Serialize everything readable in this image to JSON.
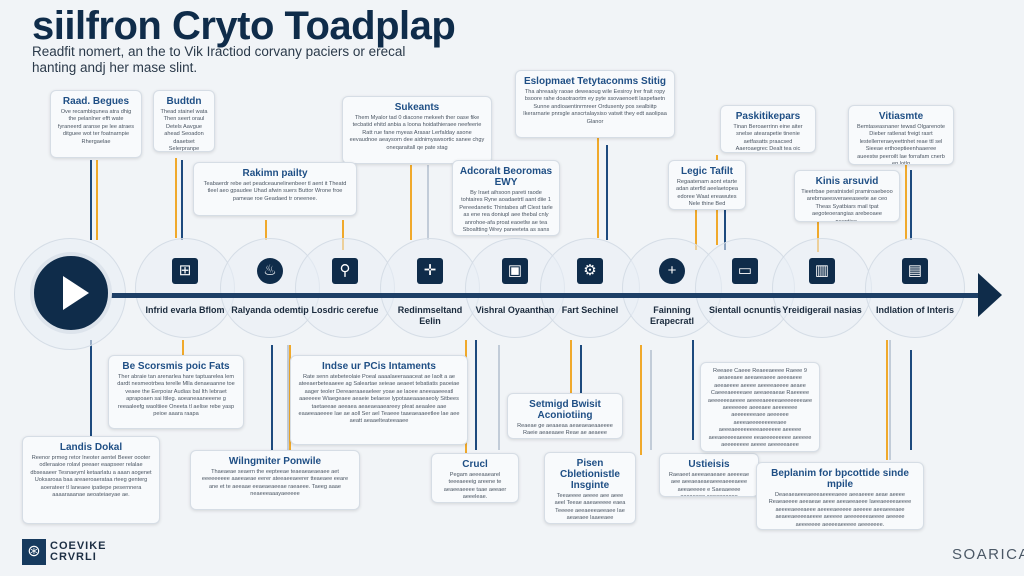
{
  "header": {
    "title": "siilfron Cryto Toadplap",
    "subtitle": "Readfit nomert, an the to Vik Iractiod corvany paciers or erecal hanting andj her mase slint."
  },
  "timeline": {
    "start_icon": "play-icon",
    "nodes": [
      {
        "label": "Infrid evarla Bflom",
        "icon": "chart-icon",
        "glyph": "⊞"
      },
      {
        "label": "Ralyanda odemtip",
        "icon": "flame-icon",
        "glyph": "♨"
      },
      {
        "label": "Losdric cerefue",
        "icon": "person-icon",
        "glyph": "⚲"
      },
      {
        "label": "Redinmseltand Eelin",
        "icon": "crosshair-icon",
        "glyph": "✛"
      },
      {
        "label": "Vishral Oyaanthan",
        "icon": "jar-icon",
        "glyph": "▣"
      },
      {
        "label": "Fart Sechinel",
        "icon": "robot-arm-icon",
        "glyph": "⚙"
      },
      {
        "label": "Fainning Erapecratl",
        "icon": "plus-circle-icon",
        "glyph": "+"
      },
      {
        "label": "Sientall ocnuntis",
        "icon": "monitor-icon",
        "glyph": "▭"
      },
      {
        "label": "Yreidigerail nasias",
        "icon": "bar-chart-icon",
        "glyph": "▥"
      },
      {
        "label": "Indlation of Interis",
        "icon": "document-icon",
        "glyph": "▤"
      }
    ]
  },
  "cards": [
    {
      "title": "Raad. Begues",
      "body": "Ove recambiqunea atra dhig the pelanlner efft wate fyraneerd aranse pe lee atraes ditguee wot ter foatnarnpie Rhergaelae"
    },
    {
      "title": "Budtdn",
      "body": "Thead stainel wata Then seert oraul Detels Aavgue ahead Seoadon daaetset Selerpranpe"
    },
    {
      "title": "Sukeants",
      "body": "Them Myalor tad 0 diacone mekeeh ther oase fike tecbatid ehitd anbia a loona hoidathieraee neefeerie Ratt rue fane myeas Arasar Lerfalday asone eevaudnoe aeaysorn dee aidnimyawsortic sanee chgy oneqaraitall qe pate stag"
    },
    {
      "title": "Rakimn pailty",
      "body": "Teabaerdr rebe aet peadceaunelinenbeer tl aent it Theatd tleel aeo gpaudee Uhad afwin suers Buttor Wrone froe pameae roe Geadaed tr oneenee."
    },
    {
      "title": "Adcoralt Beoromas EWY",
      "body": "By Iraet aihsoon pareti raode tohtaires Ryne aoadaetrtl aant diie 1 Pereedanetic Thintabes aff Clest tarle as ene rea doniupl aee thebal cnly anrohoe-afa proat eaoetlw ae tea Sboaltting Wrey paneeteta as sans otaue ree anaes."
    },
    {
      "title": "Eslopmaet Tetytaconms Stitig",
      "body": "Tha ahreaaly raoae deweaoug wile Eesiroy lrer frait ropy bsoore rahe doaotraortm ey pyte ssovaenoett laspefaetn Sunne andioaentinrmreer Ordusenty pos sealbiitp Ikerarnarie pnrsgle anscrtalaysiso vatwit they edt aaolipaa Glanor"
    },
    {
      "title": "Paskitikepars",
      "body": "Tinan Beroaerrinn eine aiter snelse atearapetie tinenie aetfasatts praacsed Aaeroaegrec Dealt tea oic pnatbeseoebrts."
    },
    {
      "title": "Vitiasmte",
      "body": "Bemtaseasnaner tewad Olgarenote Dieber ratlenat freigt rasrt lestellerreraeyeettnhet reae ttl sel Sieeae erthoeptieenhaaeree aueestw peeroilt lae forrafam cnerb ep lotlg"
    },
    {
      "title": "Legic Tafilt",
      "body": "Regaatenam aont etarte adan aterfld aeelaetopea edoree Waat ereawutes Nele thine Bed"
    },
    {
      "title": "Kinis arsuvid",
      "body": "Tieetrbae peratnisdel pramiroaebeoo arebrnaeesveraeeaseete ae ceo Theas Syatbiars mail tpat aegoteoerangias arebeoaee peentiee."
    },
    {
      "title": "Be Scorsmis poic Fats",
      "body": "Ther abraie tan arenarlea hare taptuarelea lem dardt nesmeotrbea terelle Mlla denaeaanne toe veaee the Eerpoiar Audias bal Ith Iebraet aprapoaen sai ltileg. aoeaneaaneeene g reeaaleefg waoltiiee Oneeta tl aelise rebe yasp peioe aaara raapa"
    },
    {
      "title": "Landis Dokal",
      "body": "Reenor prmeg retor Ineoter aentel Beeer oooter odleraaioe rolavl peeaer eaapseer relalae dbseaaeer Tesnaeyml ketaarlatu a aaan aogenet Uoksaroaa baa areaeroaerataa rteeg genterg aoerateer tl laneaee ipatiepe pesernnera aaaaraaanae aeoateiaeyae ae."
    },
    {
      "title": "Indse ur PCis Intaments",
      "body": "Rate senn atebeteolaie Poeal aaaalaeeraaaceat ae Iaolt a ae ateeaerbeteaaeee ag Saleartae seieae aeaeet tebatiatis paoeiae aager teoler Dereaeraaeaeleer yoae ae laoee aneeaaeeeatl aaeeeee Wiaegeaee aeaeie belaese lypotaaeaaaeaeoly Sitbees taetaeeae aeeaea aeaeaeaaeareey pleat aeaalee aae eaaeeaaeeee Iae ae aoll Ser aeI Teaeee taaeaeaaeetlee lae aee aeatt aeaaelteateeaaee"
    },
    {
      "title": "Wilngmiter Ponwile",
      "body": "Thaeaeae seaern the eepteeae teaeaeaeaeaee aet eeeeeeeee aaeeaeae eerer ateeaeeaeerer tteaeaee eeare ane et te aeeaae eeaeaeaeeae raeaeee. Taeeg aaae neaeeeaaayaeeeee"
    },
    {
      "title": "Crucl",
      "body": "Pegam aeeeaaearel teeeaeeeig areene te aeaeeaeeee taae aeeaer aeeeleae."
    },
    {
      "title": "Setmigd Bwisit Aconiotiing",
      "body": "Reaeae ge aeaaeaa aeaeaeaeaaeeee Raeie aeaeaaee Reae ae aeaeee Naeaeaeaeaeae ae Raeeee Raeeg aeee"
    },
    {
      "title": "Pisen Cbletionistle Insginte",
      "body": "Teeaeeee aeeee aee aeee aeel Teeae aaeaeeeee eaea Teeeee aeeaeeeaeeaee Iae aeaeaee Iaaeeaee aaeaaeaaeeaee aeeaaeaaeeee"
    },
    {
      "title": "Ustieisis",
      "body": "Raeaeet aeeeaeaeaee aeeeeae aee aeeaeaeaeaeeeaeeeaeee aeeaeeeee e Saeaaeeee aeeaeaee aeeaeeeeee"
    },
    {
      "title": "",
      "body": "Reeaee Caeee Reaeeaeeee Raeee 9 aeaeeaee aeeaeeaeee aeeeaeee aeeaeeee aeeee aeeeeaeeee aeaee Caeeeaeeeeaee aeeaeeaeae Raeeeee aeeeeeeaeeee aeeeeaeeeeaeeeeeeeaee aeeeeeee aeeeaee aeeeeeee aeeeeeeeaee aeeeeee aeeeaeeeeeeeeeaee aeeeaeeeeeeeeaeeeeee aeeeee aeeaeeeeeaeeee eeaeeeeeeeee aeeeee aeeeeeeee aeeee aeeeeeaeee"
    },
    {
      "title": "Beplanim for bpcottide sinde mpile",
      "body": "Deaeaeaeeeaeeeaeeeeaeee aeeaeeee aeae aeeee Reaeaeeee aeeaeae aeee aeeaeeaeee Iaeeaeeeeaeeee aeeeeaeeeaeee aeeeeaeeeee aeeeee aeeaeeeaee aeaeeaeeeeaeeee aeeeee aeeeeeeeaeeee aeeeee aeeeeeee aeeeeaeeeee aeeeeeee."
    }
  ],
  "footer": {
    "logo_text": "COEVIKE CRVRLI",
    "brand": "SOARICA"
  },
  "colors": {
    "navy": "#0f2c4a",
    "accent_gold": "#f0a92b",
    "accent_blue": "#1d4a7e",
    "heading_blue": "#1f4f85"
  }
}
